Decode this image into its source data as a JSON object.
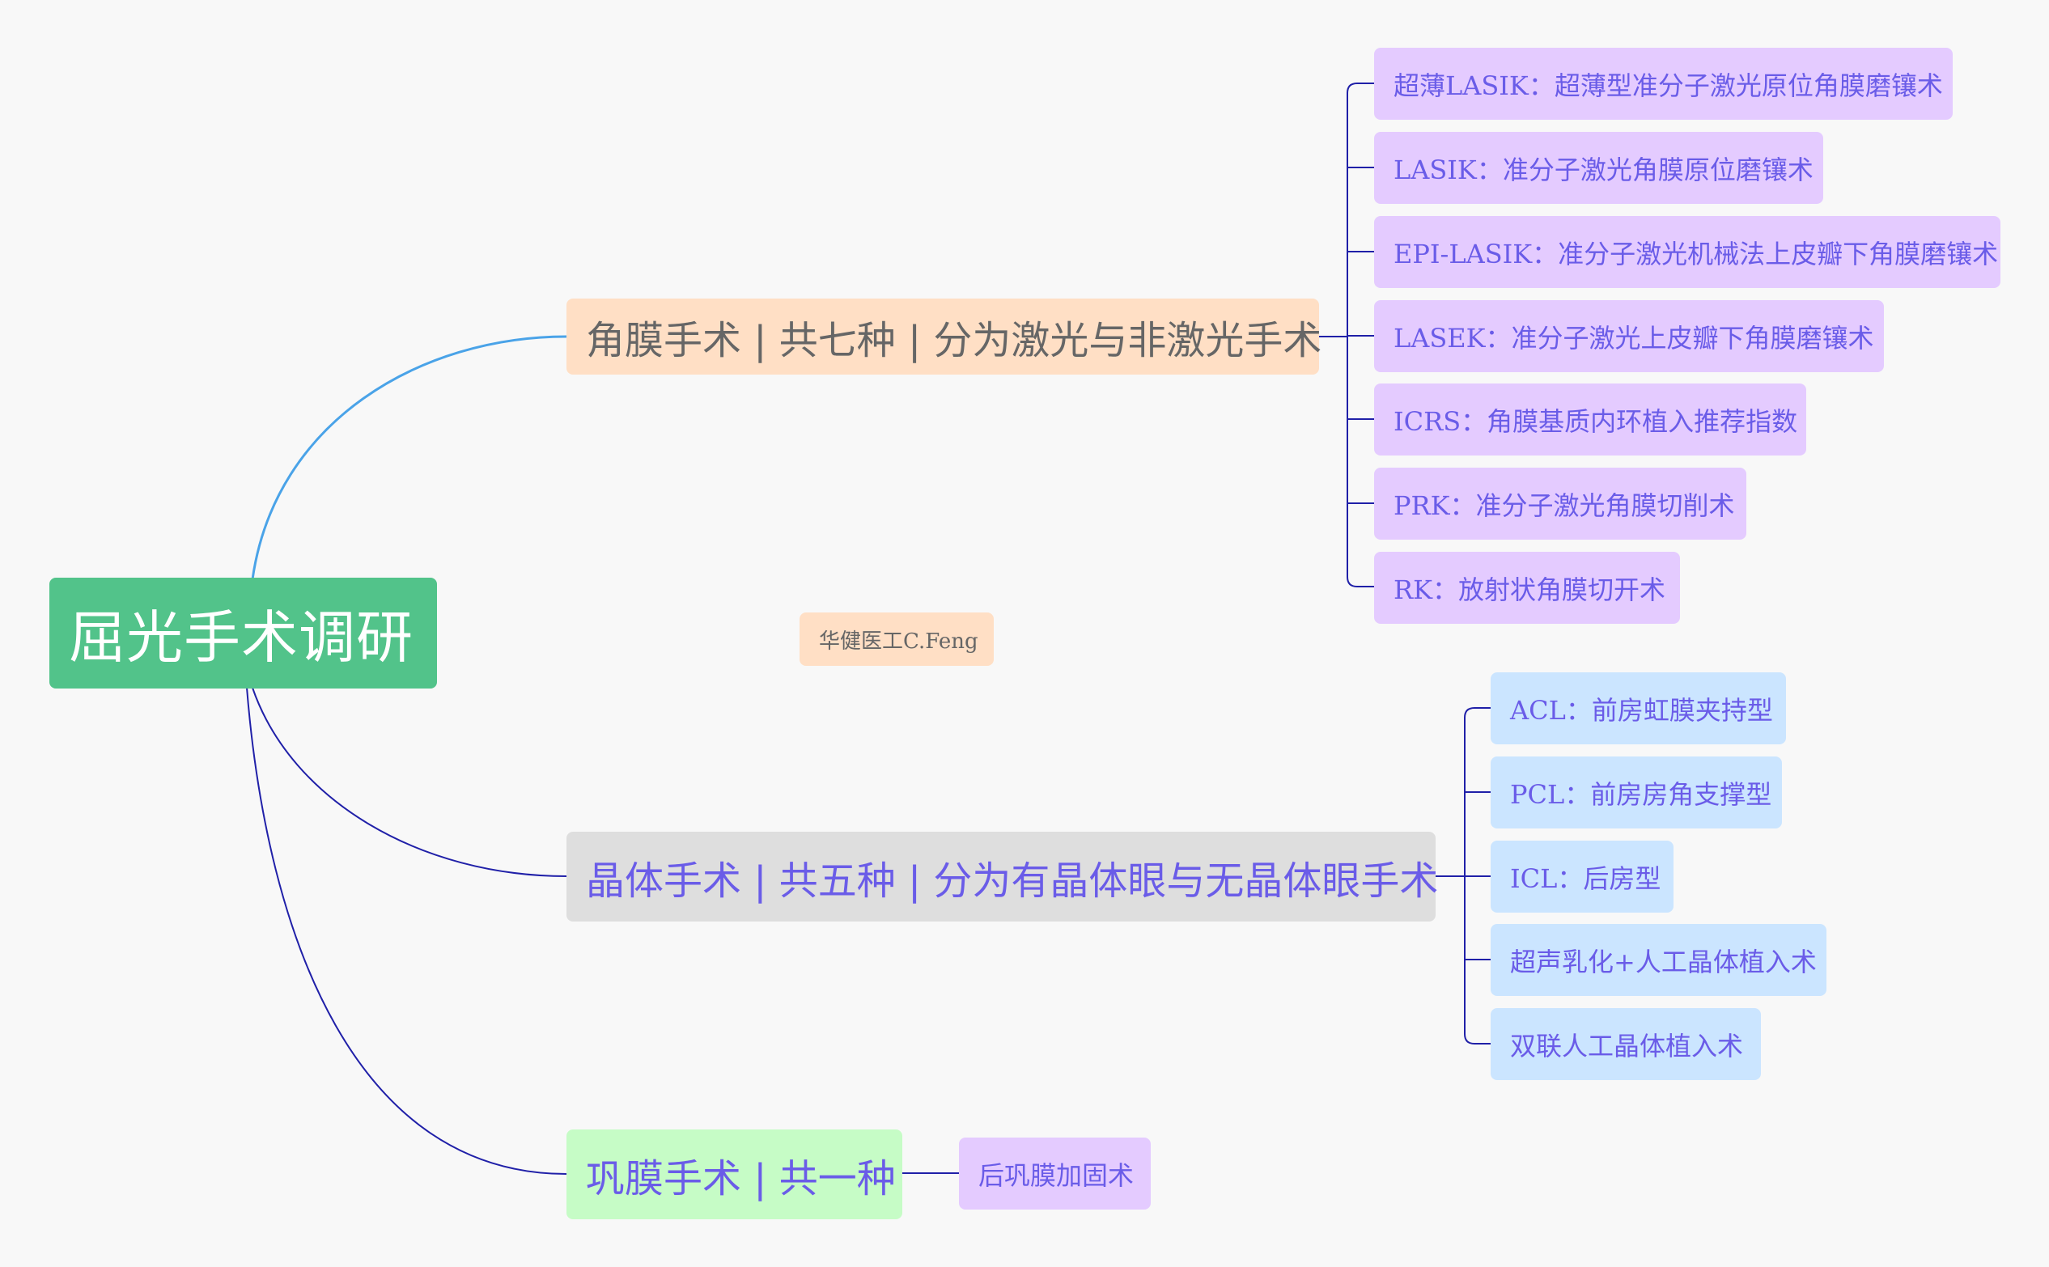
{
  "root": {
    "label": "屈光手术调研"
  },
  "watermark": "华健医工C.Feng",
  "colors": {
    "edge_primary": "#4aa3e8",
    "edge_secondary": "#2020a8"
  },
  "branches": [
    {
      "label": "角膜手术 | 共七种 | 分为激光与非激光手术",
      "children": [
        "超薄LASIK：超薄型准分子激光原位角膜磨镶术",
        "LASIK：准分子激光角膜原位磨镶术",
        "EPI-LASIK：准分子激光机械法上皮瓣下角膜磨镶术",
        "LASEK：准分子激光上皮瓣下角膜磨镶术",
        "ICRS：角膜基质内环植入推荐指数",
        "PRK：准分子激光角膜切削术",
        "RK：放射状角膜切开术"
      ]
    },
    {
      "label": "晶体手术 | 共五种 | 分为有晶体眼与无晶体眼手术",
      "children": [
        "ACL：前房虹膜夹持型",
        "PCL：前房房角支撑型",
        "ICL：后房型",
        "超声乳化+人工晶体植入术",
        "双联人工晶体植入术"
      ]
    },
    {
      "label": "巩膜手术 | 共一种",
      "children": [
        "后巩膜加固术"
      ]
    }
  ]
}
